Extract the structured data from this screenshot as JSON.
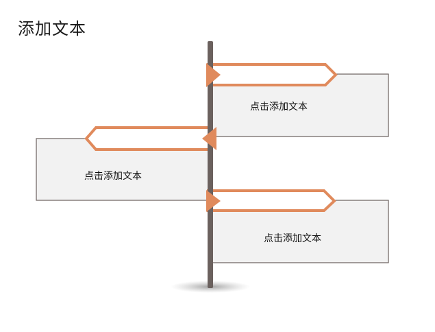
{
  "slide": {
    "title": "添加文本"
  },
  "signpost": {
    "colors": {
      "pole": "#6b615e",
      "arrow_stroke": "#e08a5c",
      "arrow_fill": "#ffffff",
      "box_fill": "#f2f2f2",
      "box_stroke": "#6b615e"
    },
    "boxes": [
      {
        "text": "点击添加文本",
        "side": "right"
      },
      {
        "text": "点击添加文本",
        "side": "left"
      },
      {
        "text": "点击添加文本",
        "side": "right"
      }
    ]
  }
}
